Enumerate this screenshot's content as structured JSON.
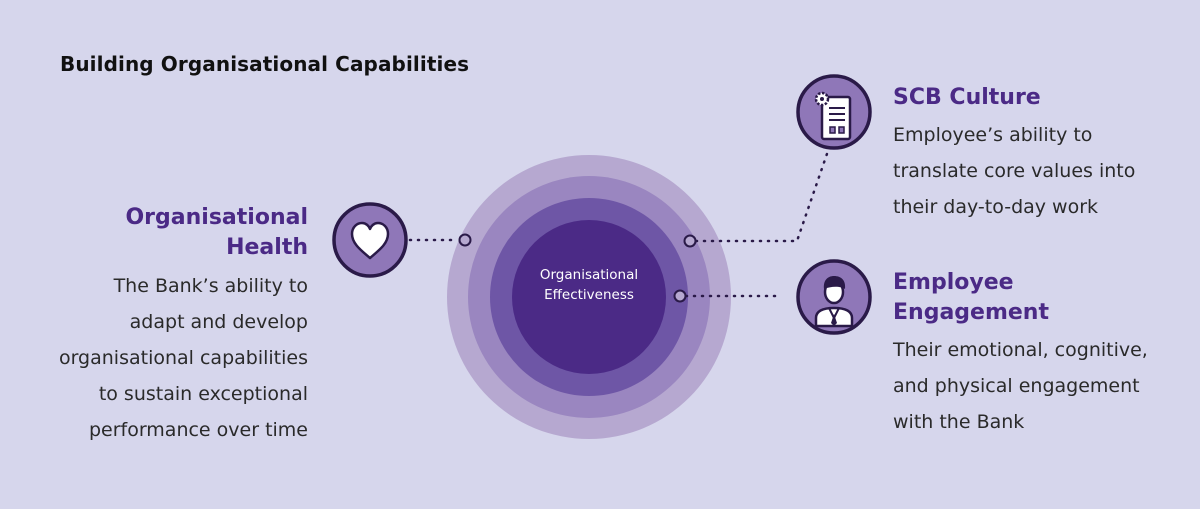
{
  "title": "Building Organisational Capabilities",
  "center": {
    "label_line1": "Organisational",
    "label_line2": "Effectiveness"
  },
  "nodes": {
    "health": {
      "heading_line1": "Organisational",
      "heading_line2": "Health",
      "desc": [
        "The Bank’s ability to",
        "adapt and develop",
        "organisational capabilities",
        "to sustain exceptional",
        "performance over time"
      ],
      "icon": "heart-icon"
    },
    "culture": {
      "heading": "SCB Culture",
      "desc": [
        "Employee’s ability to",
        "translate core values into",
        "their day-to-day work"
      ],
      "icon": "building-gear-icon"
    },
    "engagement": {
      "heading_line1": "Employee",
      "heading_line2": "Engagement",
      "desc": [
        "Their emotional, cognitive,",
        "and physical engagement",
        "with the Bank"
      ],
      "icon": "employee-icon"
    }
  },
  "colors": {
    "background": "#d6d6ec",
    "ring_outer": "#b6a8d0",
    "ring_2": "#9a86c0",
    "ring_3": "#6e56a6",
    "core": "#4b2a86",
    "icon_dark": "#2a1a48",
    "icon_fill": "#8f77b8",
    "heading": "#4b2a86"
  }
}
